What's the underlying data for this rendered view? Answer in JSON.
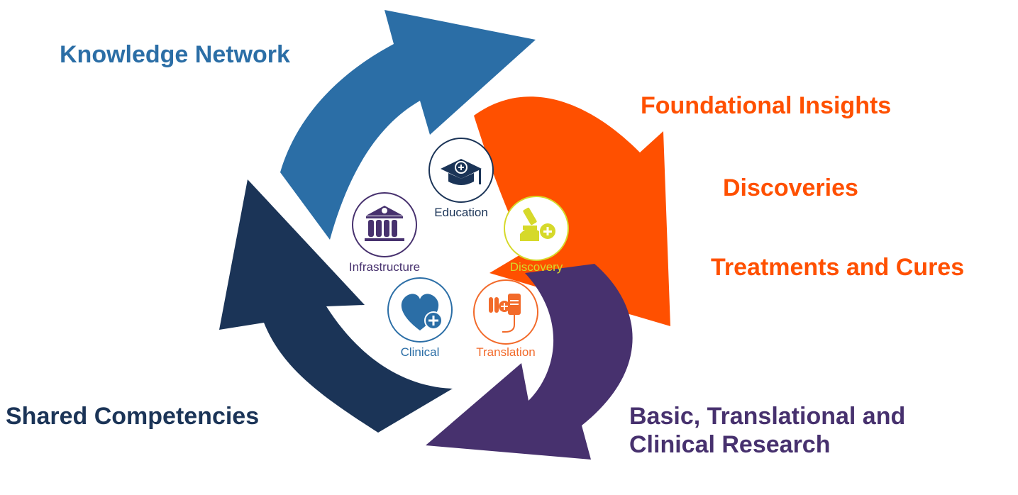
{
  "colors": {
    "knowledge": "#2b6ea6",
    "foundational": "#ff5000",
    "research": "#47316e",
    "shared": "#1b3457",
    "education": "#1b3457",
    "infrastructure": "#47316e",
    "discovery": "#d6d92a",
    "clinical": "#2b6ea6",
    "translation": "#f26a2a"
  },
  "labels": {
    "knowledge": "Knowledge Network",
    "foundational": "Foundational Insights",
    "discoveries": "Discoveries",
    "treatments": "Treatments and Cures",
    "shared": "Shared Competencies",
    "research_line1": "Basic, Translational and",
    "research_line2": "Clinical Research"
  },
  "badges": {
    "education": {
      "label": "Education",
      "icon": "graduation-cap-icon"
    },
    "infrastructure": {
      "label": "Infrastructure",
      "icon": "institution-test-tubes-icon"
    },
    "discovery": {
      "label": "Discovery",
      "icon": "microscope-icon"
    },
    "clinical": {
      "label": "Clinical",
      "icon": "heart-plus-icon"
    },
    "translation": {
      "label": "Translation",
      "icon": "lab-iv-bag-icon"
    }
  }
}
